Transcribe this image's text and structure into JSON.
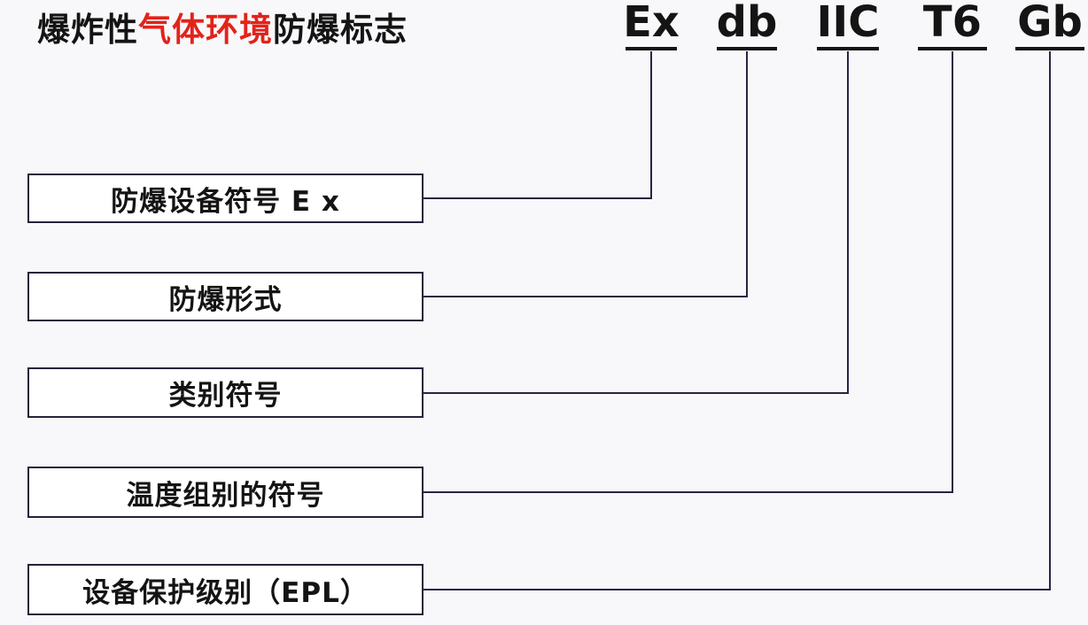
{
  "title": {
    "part1": "爆炸性",
    "part2": "气体环境",
    "part3": "防爆标志"
  },
  "marking_code": {
    "terms": [
      {
        "text": "Ex"
      },
      {
        "text": "db"
      },
      {
        "text": "IIC"
      },
      {
        "text": "T6"
      },
      {
        "text": "Gb"
      }
    ]
  },
  "legend_boxes": [
    {
      "text": "防爆设备符号 E x"
    },
    {
      "text": "防爆形式"
    },
    {
      "text": "类别符号"
    },
    {
      "text": "温度组别的符号"
    },
    {
      "text": "设备保护级别（EPL）"
    }
  ],
  "colors": {
    "title_highlight_red": "#e2231a",
    "text_black": "#141414",
    "connector_line": "#2a2440",
    "box_border": "#25223a",
    "box_fill": "#ffffff",
    "background": "#f8f8fb"
  }
}
